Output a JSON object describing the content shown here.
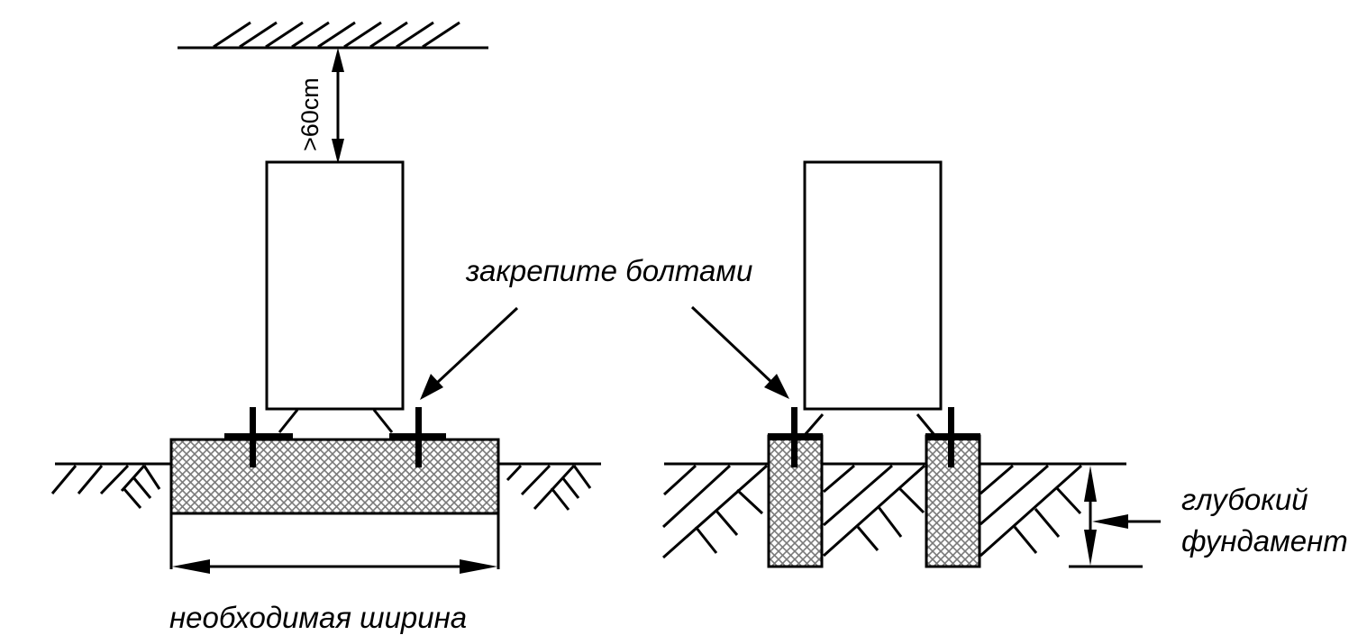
{
  "labels": {
    "clearance": ">60cm",
    "fix_bolts": "закрепите болтами",
    "required_width": "необходимая ширина",
    "deep_foundation_line1": "глубокий",
    "deep_foundation_line2": "фундамент"
  },
  "figures": {
    "left": "unit on wide concrete slab foundation with ceiling clearance",
    "right": "unit on two deep pillar foundations"
  },
  "colors": {
    "line": "#000000",
    "background": "#ffffff",
    "concrete_hatch": "#9a9a9a"
  }
}
